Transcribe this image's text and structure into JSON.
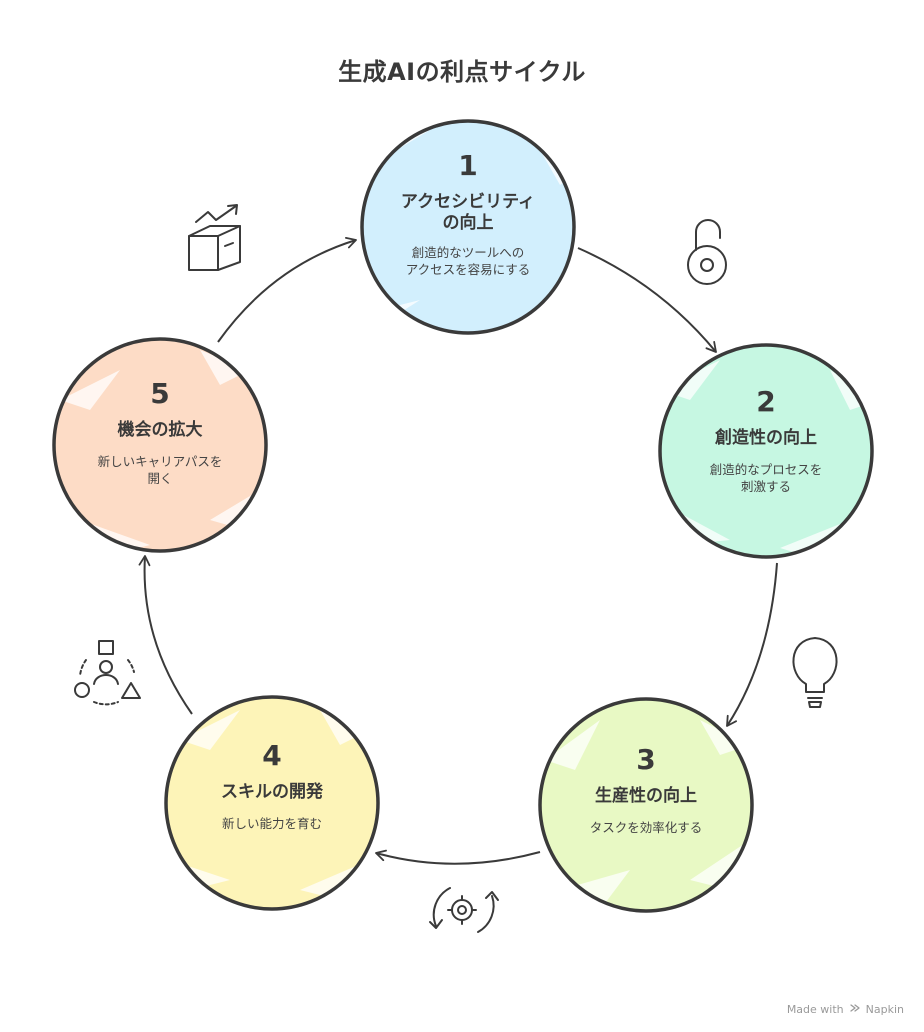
{
  "title": "生成AIの利点サイクル",
  "colors": {
    "outline": "#3a3a3a",
    "step1_fill": "#d2effd",
    "step2_fill": "#c6f7e2",
    "step3_fill": "#e8f9c4",
    "step4_fill": "#fdf4b8",
    "step5_fill": "#fddcc6"
  },
  "steps": [
    {
      "number": "1",
      "title_line1": "アクセシビリティ",
      "title_line2": "の向上",
      "desc_line1": "創造的なツールへの",
      "desc_line2": "アクセスを容易にする",
      "icon": "open-padlock-icon"
    },
    {
      "number": "2",
      "title_line1": "創造性の向上",
      "desc_line1": "創造的なプロセスを",
      "desc_line2": "刺激する",
      "icon": "lightbulb-icon"
    },
    {
      "number": "3",
      "title_line1": "生産性の向上",
      "desc_line1": "タスクを効率化する",
      "icon": "gear-cycle-icon"
    },
    {
      "number": "4",
      "title_line1": "スキルの開発",
      "desc_line1": "新しい能力を育む",
      "icon": "person-shapes-icon"
    },
    {
      "number": "5",
      "title_line1": "機会の拡大",
      "desc_line1": "新しいキャリアパスを",
      "desc_line2": "開く",
      "icon": "growth-box-icon"
    }
  ],
  "footer": {
    "made_with": "Made with",
    "brand": "Napkin"
  }
}
